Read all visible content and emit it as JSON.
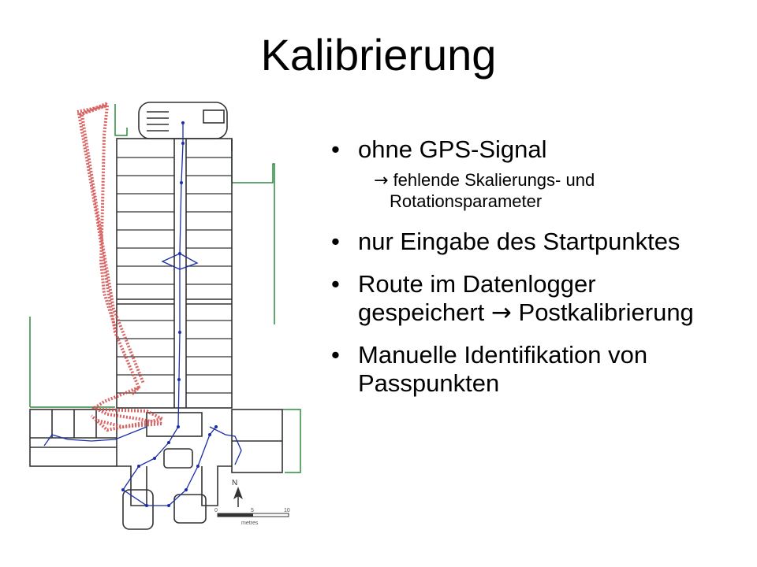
{
  "slide": {
    "title": "Kalibrierung",
    "bullet_marker": "•",
    "bullets": [
      "ohne GPS-Signal",
      "nur Eingabe des Startpunktes",
      "Route im Datenlogger gespeichert",
      "Manuelle Identifikation von Passpunkten"
    ],
    "sub_arrow": "→",
    "sub_text": "fehlende Skalierungs- und Rotationsparameter",
    "bullet3_tail": "Postkalibrierung",
    "bullet3_arrow": "→"
  },
  "floorplan": {
    "north_label": "N",
    "scale_label": "metres",
    "scale_ticks": [
      "0",
      "5",
      "10"
    ],
    "colors": {
      "walls": "#333333",
      "green_outline": "#2e8b3e",
      "route_blue": "#1a2ea8",
      "track_red": "#d24a4a"
    }
  }
}
